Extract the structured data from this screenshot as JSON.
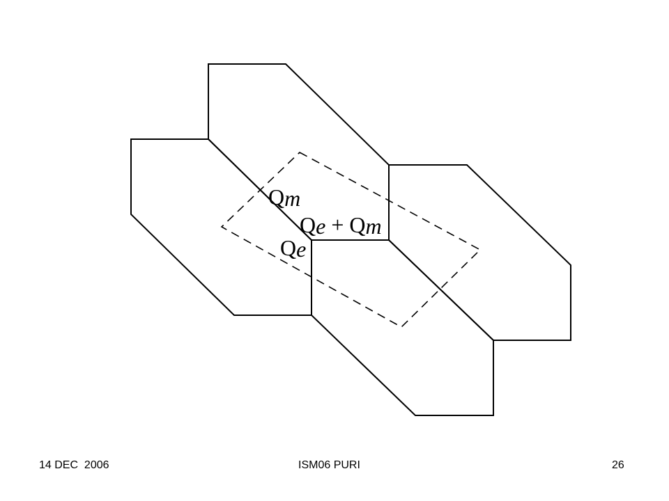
{
  "diagram": {
    "labels": {
      "qm": {
        "base": "Q",
        "sub": "m"
      },
      "qe": {
        "base": "Q",
        "sub": "e"
      },
      "sum": {
        "left_base": "Q",
        "left_sub": "e",
        "operator": "+",
        "right_base": "Q",
        "right_sub": "m"
      }
    }
  },
  "footer": {
    "date": "14 DEC  2006",
    "center": "ISM06 PURI",
    "page": "26"
  }
}
